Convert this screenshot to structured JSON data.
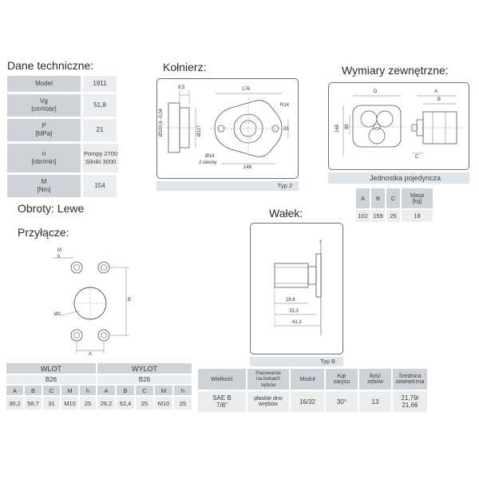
{
  "tech": {
    "heading": "Dane techniczne:",
    "rows": [
      {
        "label": "Model",
        "value": "1911"
      },
      {
        "label": "Vg\n[cm³/obr]",
        "value": "51,8"
      },
      {
        "label": "P\n[MPa]",
        "value": "21"
      },
      {
        "label": "n\n[obr/min]",
        "value": "Pompy 2700\nSilniki 3000"
      },
      {
        "label": "M\n[Nm]",
        "value": "154"
      }
    ],
    "rotation": "Obroty: Lewe"
  },
  "flange": {
    "heading": "Kołnierz:",
    "caption": "Typ 2",
    "dims": {
      "d1": "9,5",
      "d2": "176",
      "d3": "R14",
      "d4": "25",
      "d5": "Ø100,6 -0,04",
      "d6": "Ø117",
      "d7": "Ø14",
      "d8": "2 otwory",
      "d9": "146"
    }
  },
  "external": {
    "heading": "Wymiary zewnętrzne:",
    "caption": "Jednostka pojedyncza",
    "dims": {
      "D": "D",
      "A": "A",
      "B": "B",
      "C": "C",
      "v1": "168",
      "v2": "89"
    },
    "table": {
      "headers": [
        "A",
        "B",
        "C",
        "Masa\n[kg]"
      ],
      "values": [
        "102",
        "159",
        "25",
        "18"
      ]
    }
  },
  "shaft": {
    "heading": "Wałek:",
    "caption": "Typ B",
    "dims": {
      "a": "28,6",
      "b": "33,3",
      "c": "41,3"
    },
    "table": {
      "headers": [
        "Wielkość",
        "Pasowanie\nna bokach\nzębów",
        "Moduł",
        "Kąt\nzarysu",
        "Ilość\nzębów",
        "Średnica\nzewnętrzna"
      ],
      "values": [
        "SAE B\n7/8\"",
        "płaskie dno\nwrębów",
        "16/32",
        "30°",
        "13",
        "21,79/\n21,66"
      ]
    }
  },
  "ports": {
    "heading": "Przyłącze:",
    "labels": {
      "M": "M",
      "h": "h",
      "B": "B",
      "C": "ØC",
      "A": "A"
    },
    "inlet": {
      "title": "WLOT",
      "code": "B26"
    },
    "outlet": {
      "title": "WYLOT",
      "code": "B26"
    },
    "cols": [
      "A",
      "B",
      "C",
      "M",
      "h"
    ],
    "inlet_values": [
      "30,2",
      "58,7",
      "31",
      "M10",
      "25"
    ],
    "outlet_values": [
      "26,2",
      "52,4",
      "25",
      "M10",
      "25"
    ]
  }
}
